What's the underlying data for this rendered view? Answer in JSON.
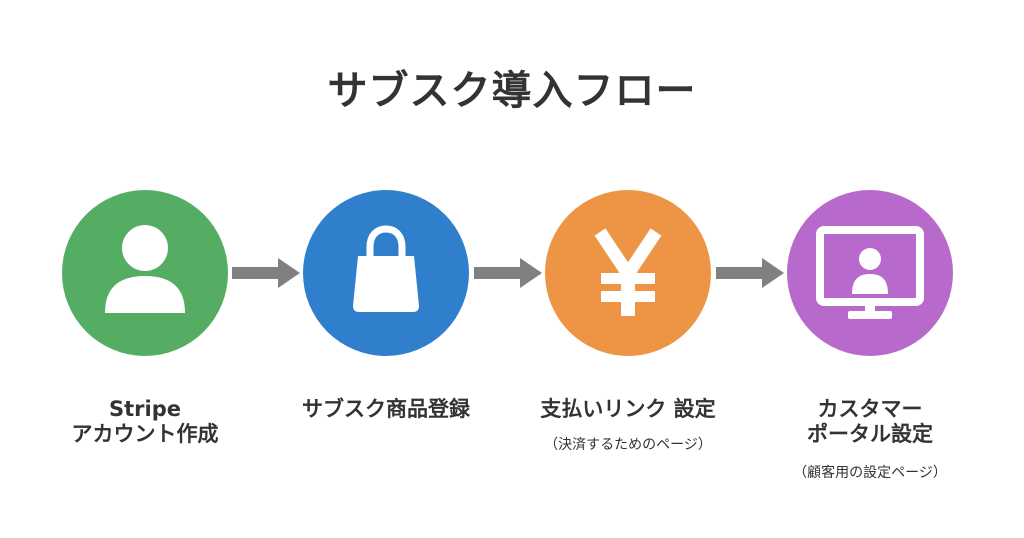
{
  "title": "サブスク導入フロー",
  "colors": {
    "step1": "#55AD63",
    "step2": "#2F7FCC",
    "step3": "#EE9545",
    "step4": "#B769CC",
    "arrow": "#808080",
    "text": "#333333"
  },
  "steps": [
    {
      "icon": "person-icon",
      "line1": "Stripe",
      "line2": "アカウント作成",
      "note": ""
    },
    {
      "icon": "shopping-bag-icon",
      "line1": "サブスク商品登録",
      "line2": "",
      "note": ""
    },
    {
      "icon": "yen-icon",
      "line1": "支払いリンク 設定",
      "line2": "",
      "note": "（決済するためのページ）"
    },
    {
      "icon": "monitor-user-icon",
      "line1": "カスタマー",
      "line2": "ポータル設定",
      "note": "（顧客用の設定ページ）"
    }
  ]
}
